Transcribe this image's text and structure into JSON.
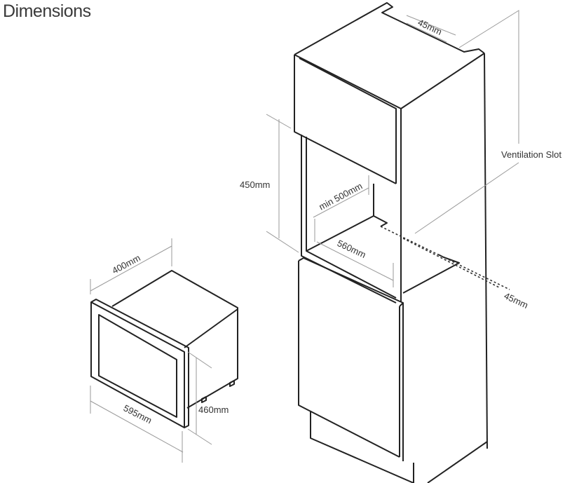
{
  "title": "Dimensions",
  "labels": {
    "top_slot_depth": "45mm",
    "ventilation_slot": "Ventilation Slot",
    "niche_height": "450mm",
    "niche_depth": "min 500mm",
    "niche_width": "560mm",
    "rear_slot_depth": "45mm",
    "oven_depth": "400mm",
    "oven_width": "595mm",
    "oven_height": "460mm"
  }
}
